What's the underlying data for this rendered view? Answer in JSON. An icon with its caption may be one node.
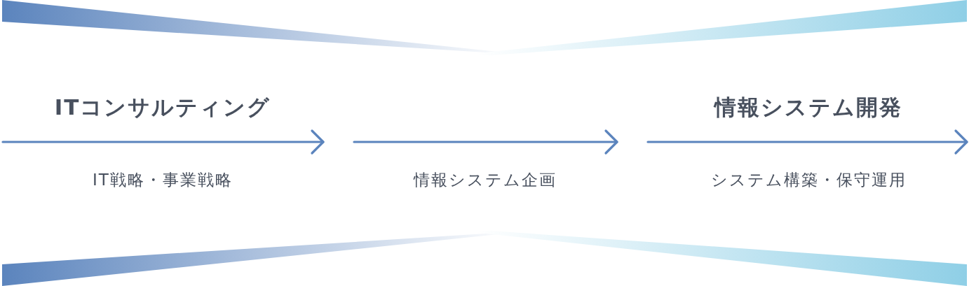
{
  "diagram": {
    "labels": [
      "ITコンサルティング",
      "情報システム開発",
      "IT戦略・事業戦略",
      "情報システム企画",
      "システム構築・保守運用"
    ]
  }
}
